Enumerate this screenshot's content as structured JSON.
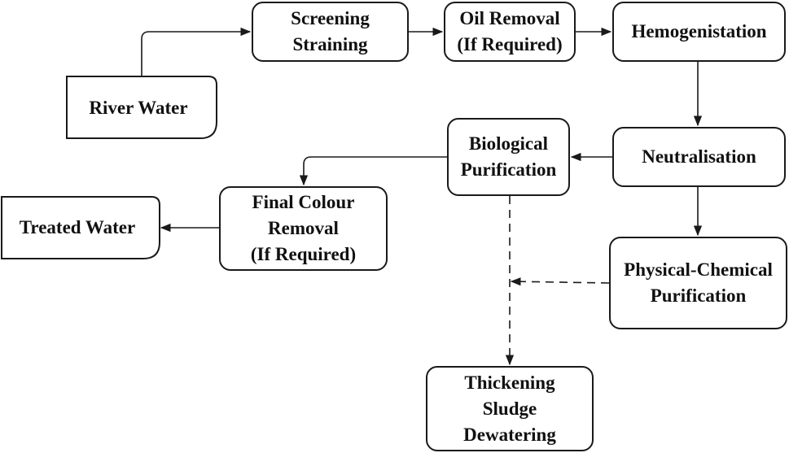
{
  "nodes": {
    "river_water": "River Water",
    "screening": "Screening\nStraining",
    "oil_removal": "Oil Removal\n(If Required)",
    "hemogenistation": "Hemogenistation",
    "neutralisation": "Neutralisation",
    "biological": "Biological\nPurification",
    "final_colour": "Final Colour\nRemoval\n(If Required)",
    "treated_water": "Treated Water",
    "physical_chemical": "Physical-Chemical\nPurification",
    "thickening": "Thickening\nSludge\nDewatering"
  },
  "colors": {
    "line": "#1a1a1a",
    "box_fill": "#ffffff",
    "text": "#111111"
  }
}
